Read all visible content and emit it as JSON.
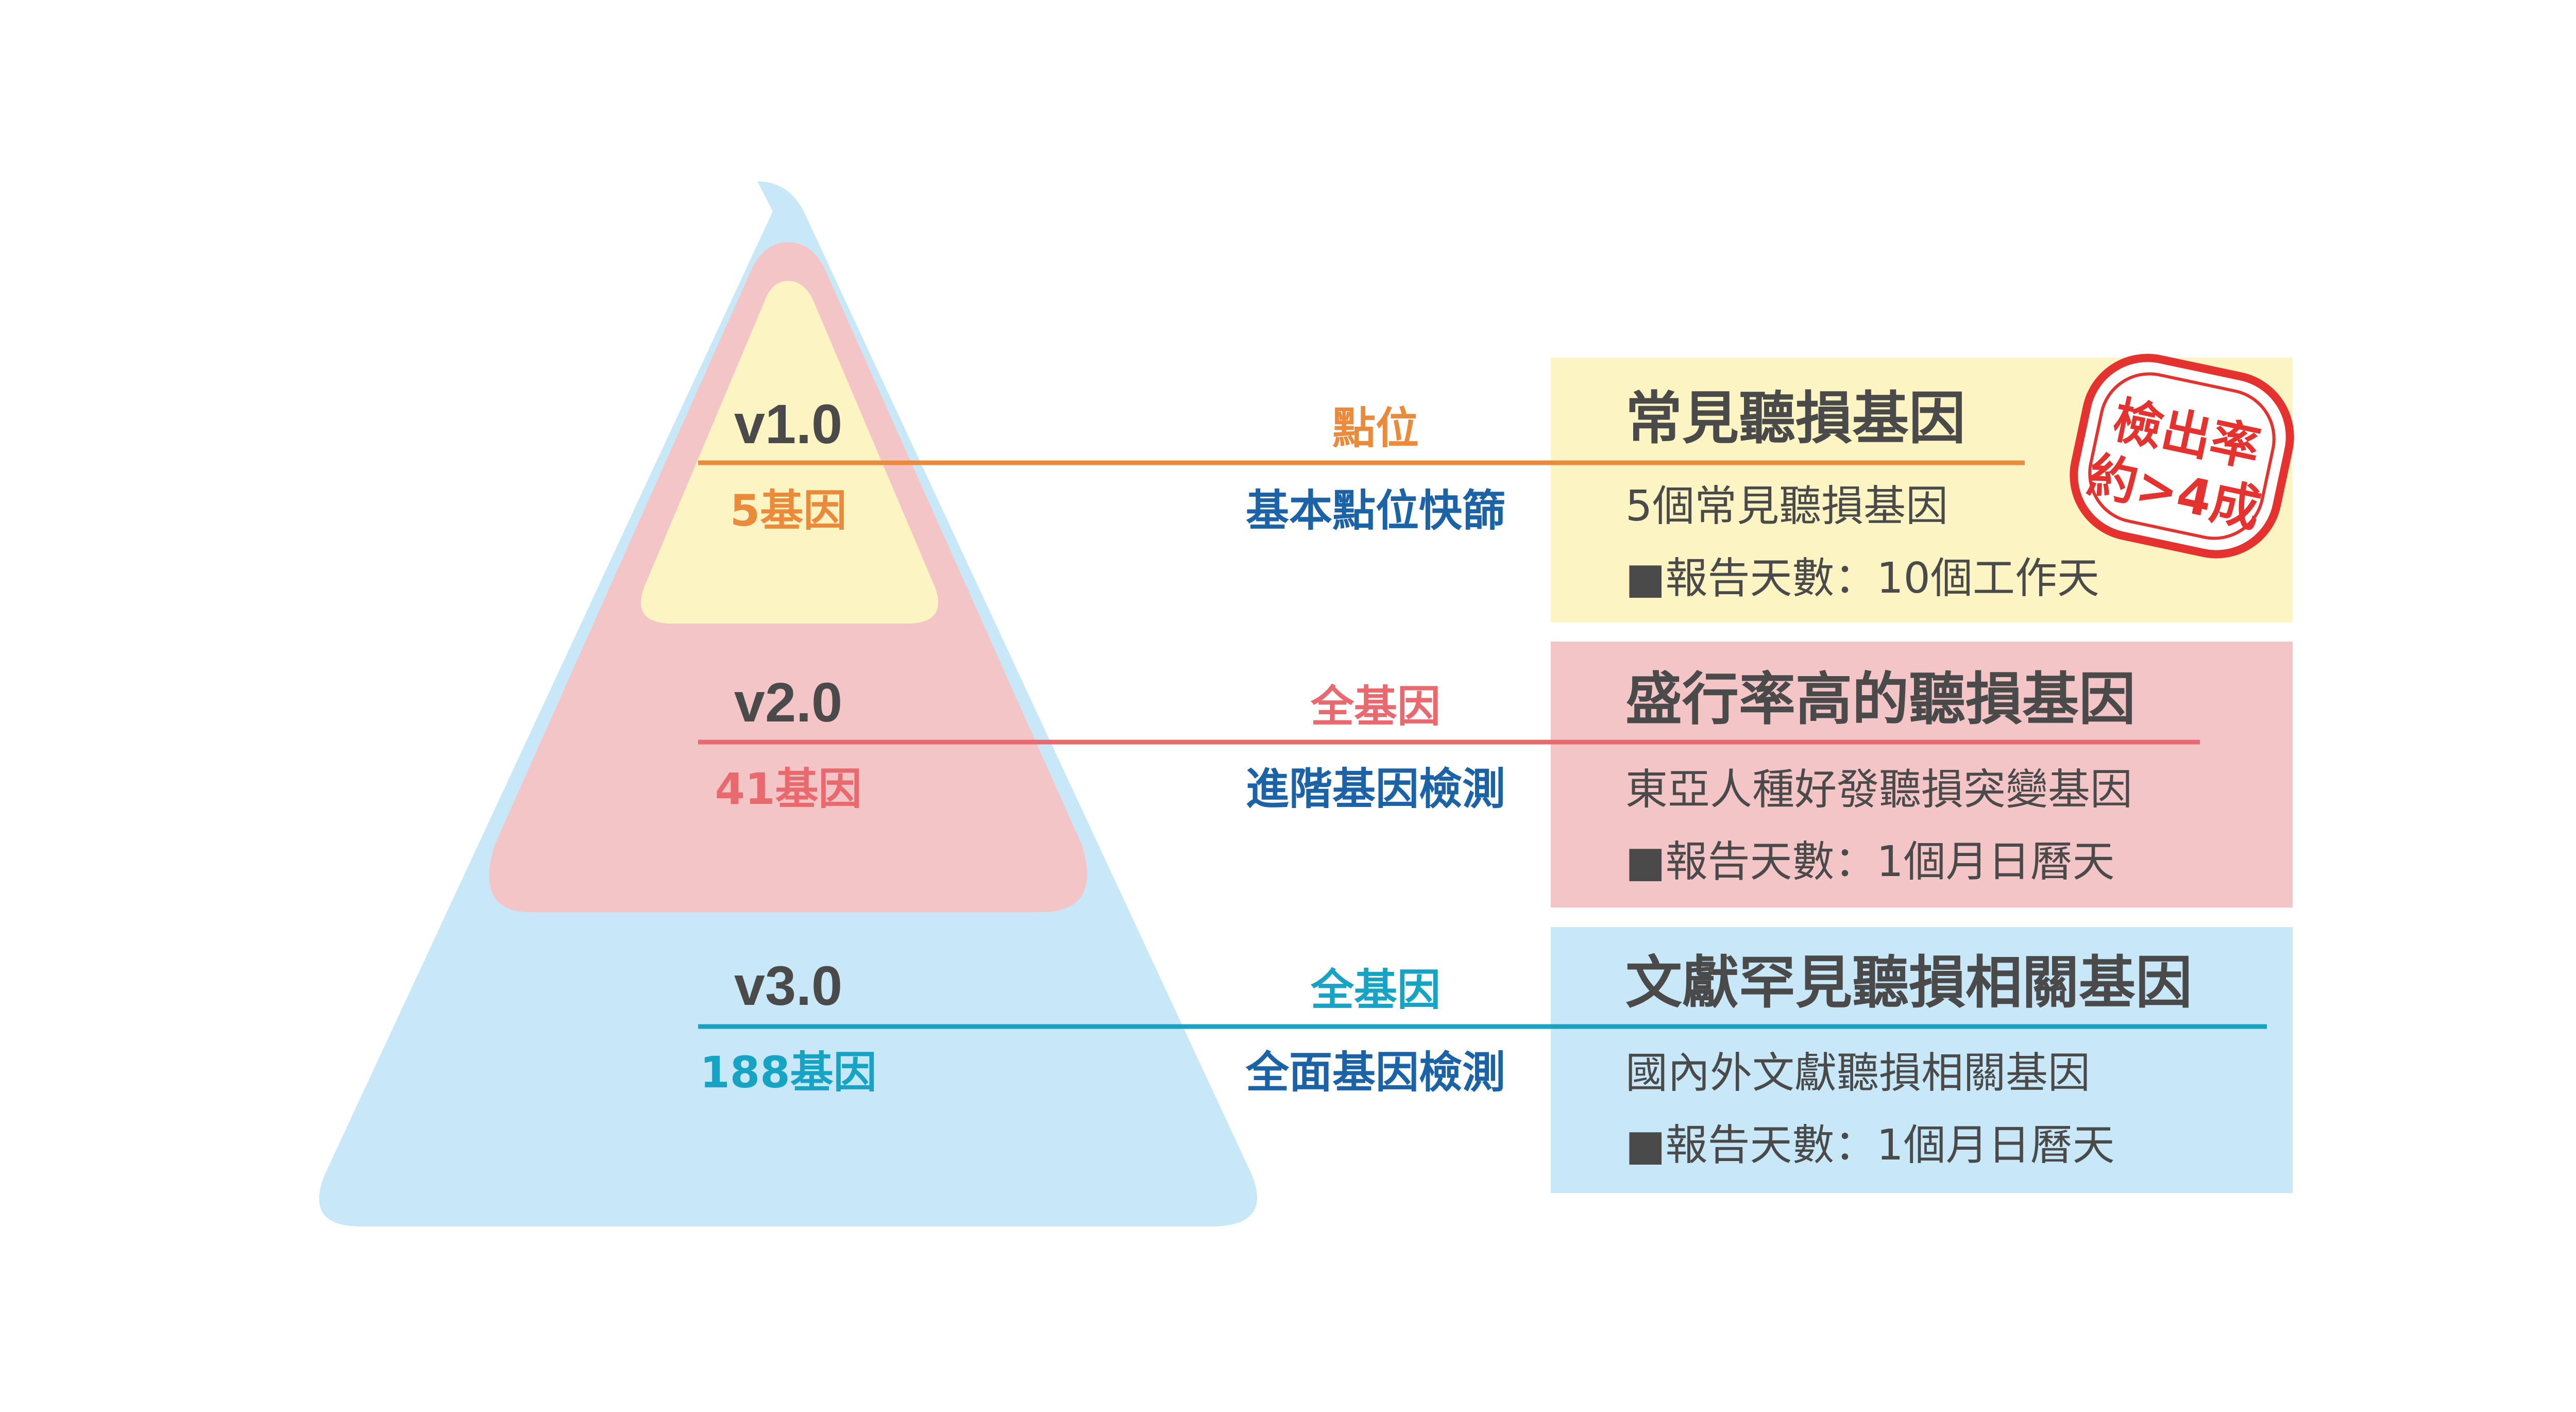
{
  "colors": {
    "outer_pyramid": "#c8e8f8",
    "middle_pyramid": "#f3c5c7",
    "inner_pyramid": "#fcf5c3",
    "dark_text": "#4a4a4a",
    "blue_text": "#1b63a6",
    "orange": "#ec8a3c",
    "coral": "#e8696e",
    "teal": "#17a3c4",
    "stamp_red": "#e5322f"
  },
  "levels": [
    {
      "version": "v1.0",
      "gene_count": "5基因",
      "method": "點位",
      "test_name": "基本點位快篩",
      "panel_title": "常見聽損基因",
      "panel_desc": "5個常見聽損基因",
      "report_days": "■報告天數：10個工作天",
      "accent": "#ec8a3c",
      "panel_bg": "#fcf5c3"
    },
    {
      "version": "v2.0",
      "gene_count": "41基因",
      "method": "全基因",
      "test_name": "進階基因檢測",
      "panel_title": "盛行率高的聽損基因",
      "panel_desc": "東亞人種好發聽損突變基因",
      "report_days": "■報告天數：1個月日曆天",
      "accent": "#e8696e",
      "panel_bg": "#f3c5c7"
    },
    {
      "version": "v3.0",
      "gene_count": "188基因",
      "method": "全基因",
      "test_name": "全面基因檢測",
      "panel_title": "文獻罕見聽損相關基因",
      "panel_desc": "國內外文獻聽損相關基因",
      "report_days": "■報告天數：1個月日曆天",
      "accent": "#17a3c4",
      "panel_bg": "#c8e8f8"
    }
  ],
  "stamp": {
    "line1": "檢出率",
    "line2": "約>4成"
  }
}
